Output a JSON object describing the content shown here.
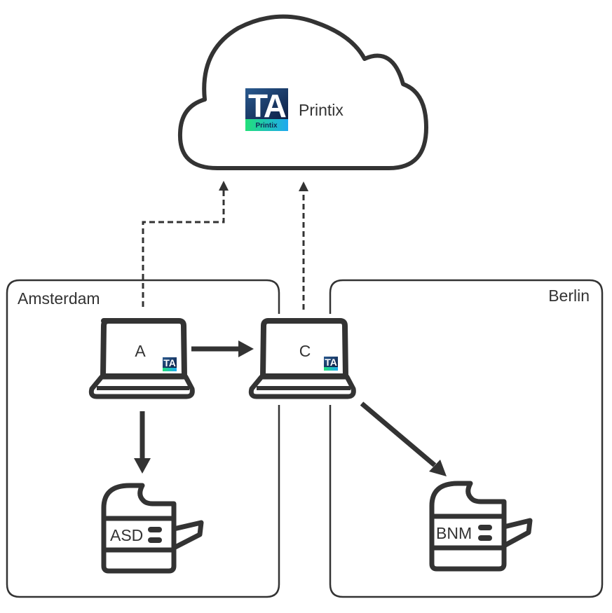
{
  "cloud": {
    "label": "Printix",
    "logo": {
      "text": "TA",
      "sub": "Printix",
      "bg_top": "#0f2a55",
      "bg_bottom_from": "#22e07a",
      "bg_bottom_to": "#1ea8f0"
    }
  },
  "zones": [
    {
      "id": "amsterdam",
      "label": "Amsterdam"
    },
    {
      "id": "berlin",
      "label": "Berlin"
    }
  ],
  "computers": [
    {
      "id": "A",
      "label": "A",
      "badge": "TA"
    },
    {
      "id": "C",
      "label": "C",
      "badge": "TA"
    }
  ],
  "printers": [
    {
      "id": "asd",
      "label": "ASD"
    },
    {
      "id": "bnm",
      "label": "BNM"
    }
  ],
  "connections": [
    {
      "from": "A",
      "to": "cloud",
      "style": "dashed"
    },
    {
      "from": "C",
      "to": "cloud",
      "style": "dashed"
    },
    {
      "from": "A",
      "to": "C",
      "style": "solid"
    },
    {
      "from": "A",
      "to": "asd",
      "style": "solid"
    },
    {
      "from": "C",
      "to": "bnm",
      "style": "solid"
    }
  ],
  "colors": {
    "stroke": "#333333"
  }
}
